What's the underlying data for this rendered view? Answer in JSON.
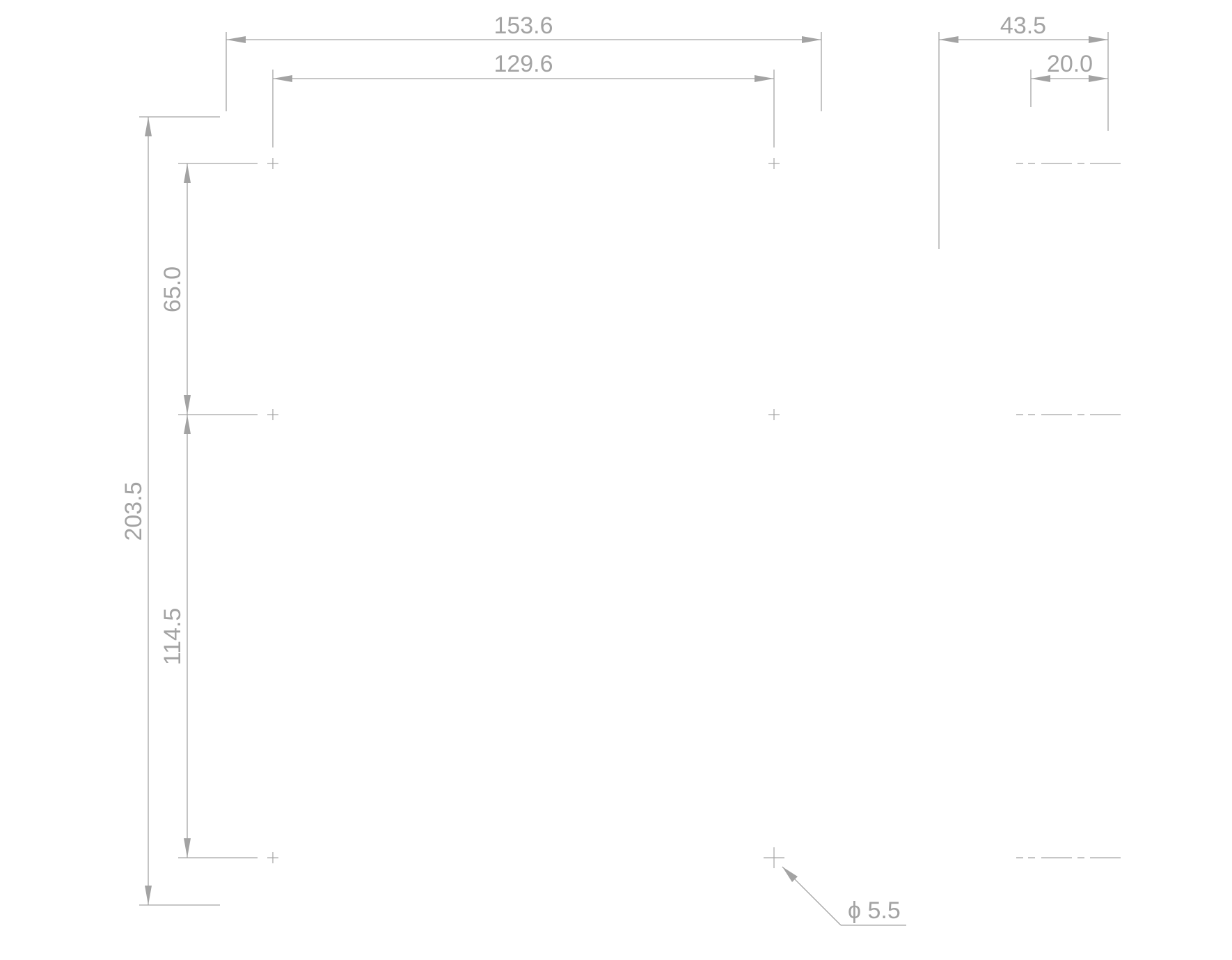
{
  "diagram": {
    "dimensions": {
      "total_width": "153.6",
      "hole_spacing_horizontal": "129.6",
      "depth_total": "43.5",
      "depth_partial": "20.0",
      "total_height": "203.5",
      "upper_hole_spacing": "65.0",
      "lower_hole_spacing": "114.5",
      "hole_diameter": "ϕ 5.5"
    },
    "colors": {
      "line": "#a3a3a3",
      "background": "#ffffff"
    }
  }
}
